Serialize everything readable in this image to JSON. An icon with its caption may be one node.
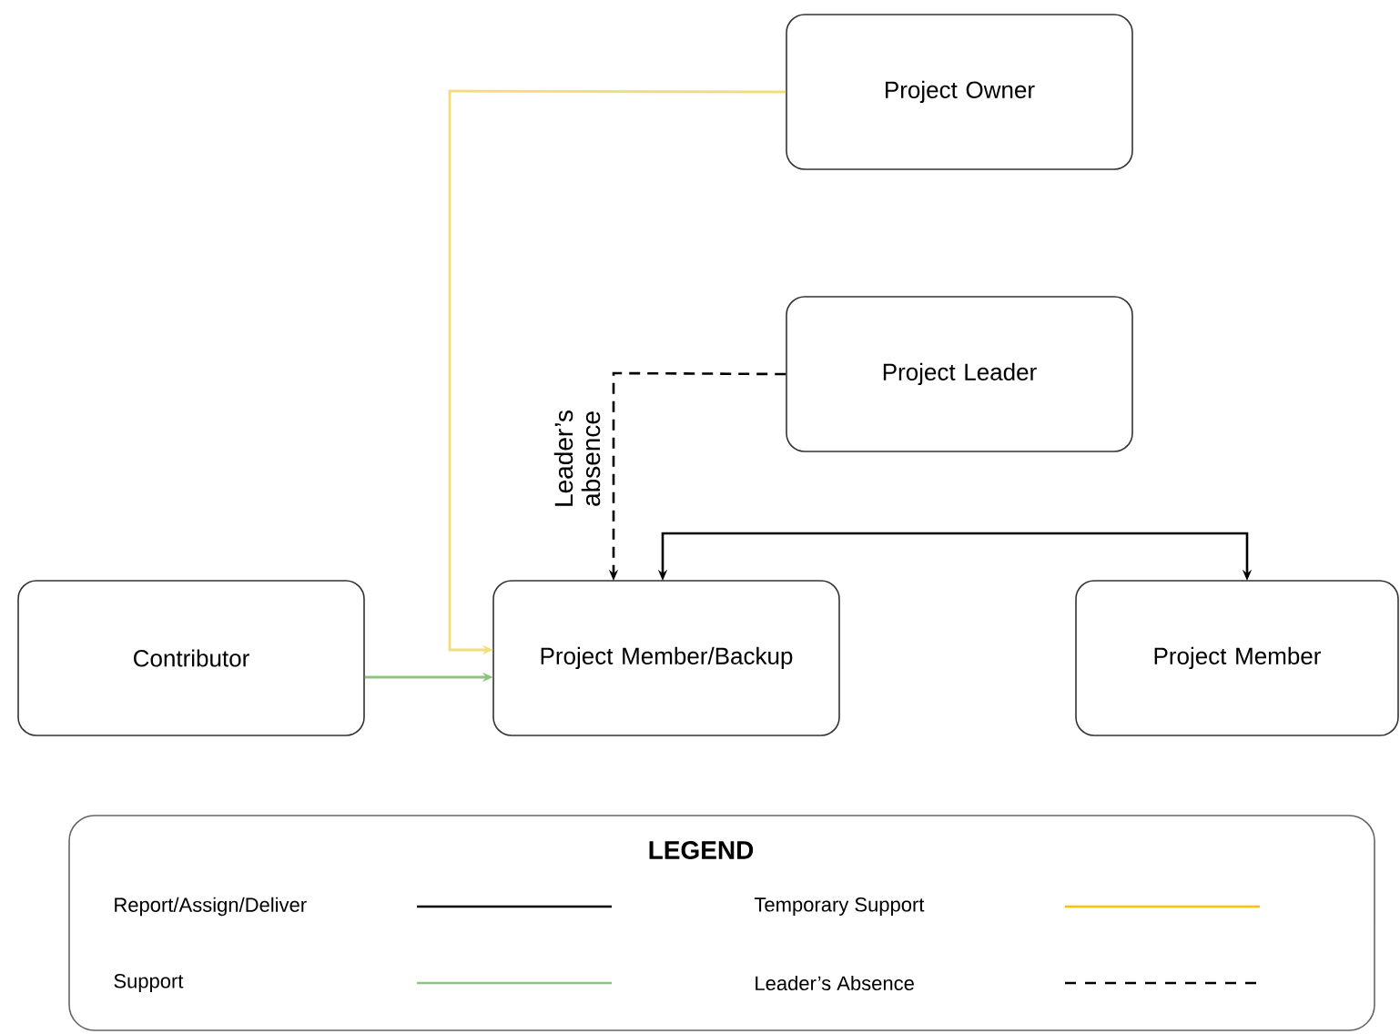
{
  "diagram": {
    "nodes": [
      {
        "text": [
          "Project Owner"
        ]
      },
      {
        "text": [
          "Project Leader"
        ]
      },
      {
        "text": [
          "Contributor"
        ]
      },
      {
        "text": [
          "Project Member/Backup"
        ]
      },
      {
        "text": [
          "Project Member"
        ]
      }
    ],
    "edges": [
      {
        "from": 0,
        "to": 3,
        "arrow": "to",
        "color": "#f2dc7c"
      },
      {
        "from": 2,
        "to": 3,
        "arrow": "to",
        "color": "#8fc383"
      },
      {
        "from": 1,
        "to": 3,
        "arrow": "to",
        "style": "dashed",
        "label": "Leader’s absence"
      },
      {
        "from": 3,
        "to": 4,
        "arrow": "both"
      }
    ],
    "labels": [
      "LEGEND"
    ],
    "legend": [
      {
        "text": "Report/Assign/Deliver"
      },
      {
        "text": "Support"
      },
      {
        "text": "Temporary Support"
      },
      {
        "text": "Leader’s Absence"
      }
    ]
  }
}
